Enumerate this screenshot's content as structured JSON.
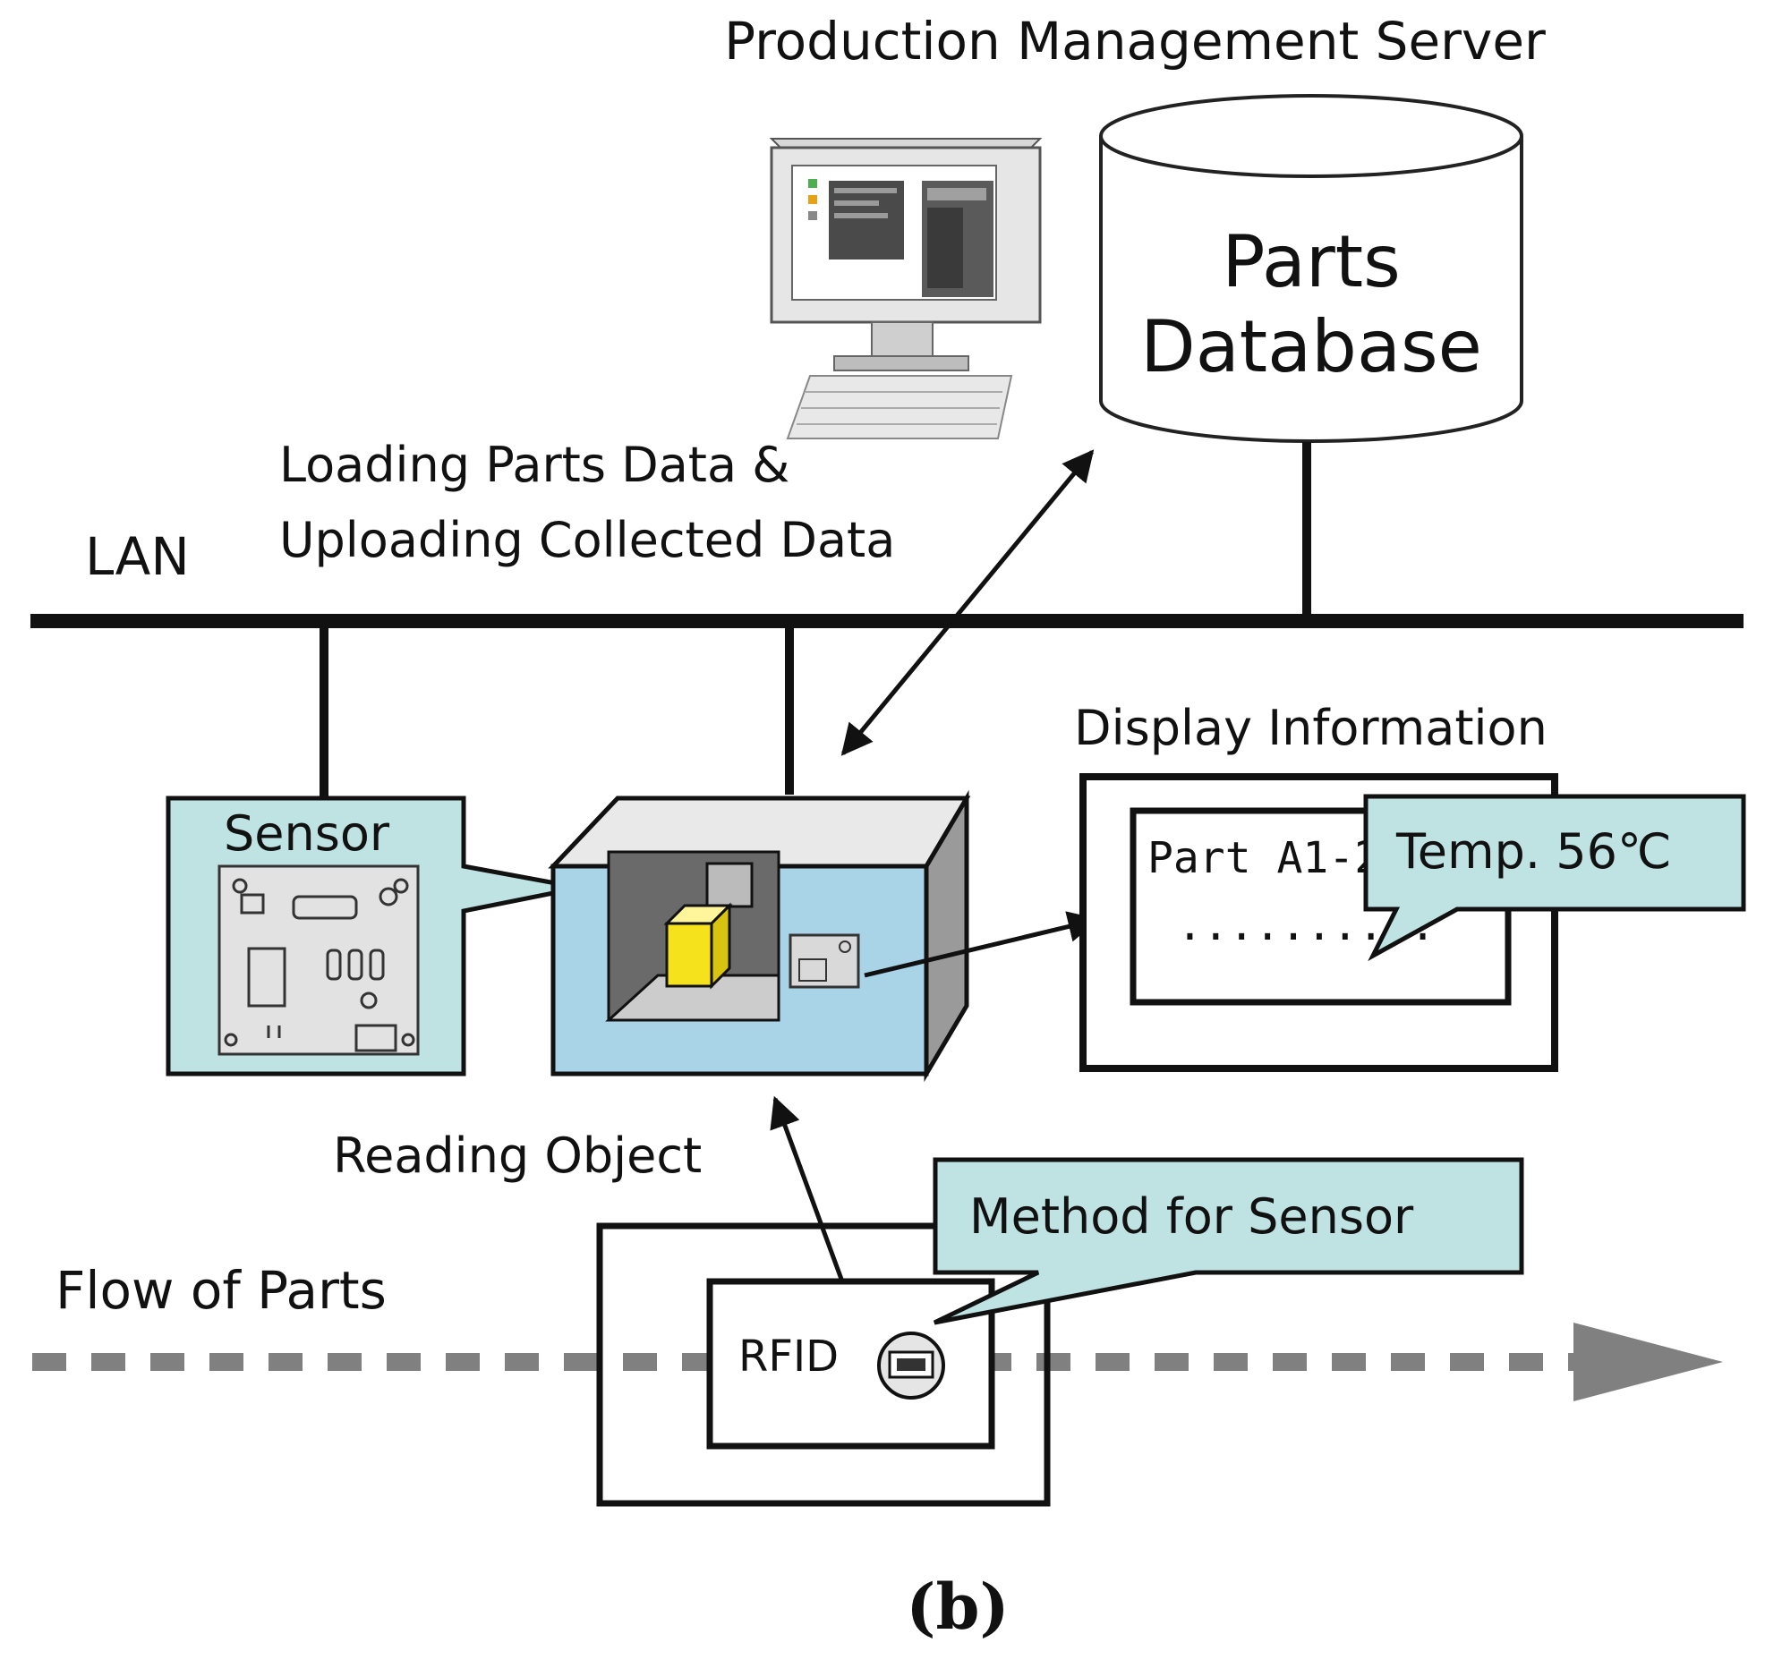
{
  "figure": {
    "server_label": "Production Management Server",
    "database_label_line1": "Parts",
    "database_label_line2": "Database",
    "lan_label": "LAN",
    "loading_line1": "Loading Parts Data &",
    "loading_line2": "Uploading Collected Data",
    "display_info_label": "Display Information",
    "display_part_text": "Part A1-2",
    "display_dots": "..........",
    "temp_callout": "Temp. 56℃",
    "sensor_label": "Sensor",
    "reading_object_label": "Reading Object",
    "flow_label": "Flow of Parts",
    "method_callout": "Method for Sensor",
    "rfid_label": "RFID",
    "caption": "(b)"
  },
  "colors": {
    "callout_fill": "#bfe3e3",
    "reader_fill": "#a9d3e6",
    "reader_side": "#9a9a9a",
    "reader_top": "#e9e9e9",
    "part_yellow": "#f5e21c",
    "flow_arrow": "#808080",
    "line": "#111111"
  }
}
